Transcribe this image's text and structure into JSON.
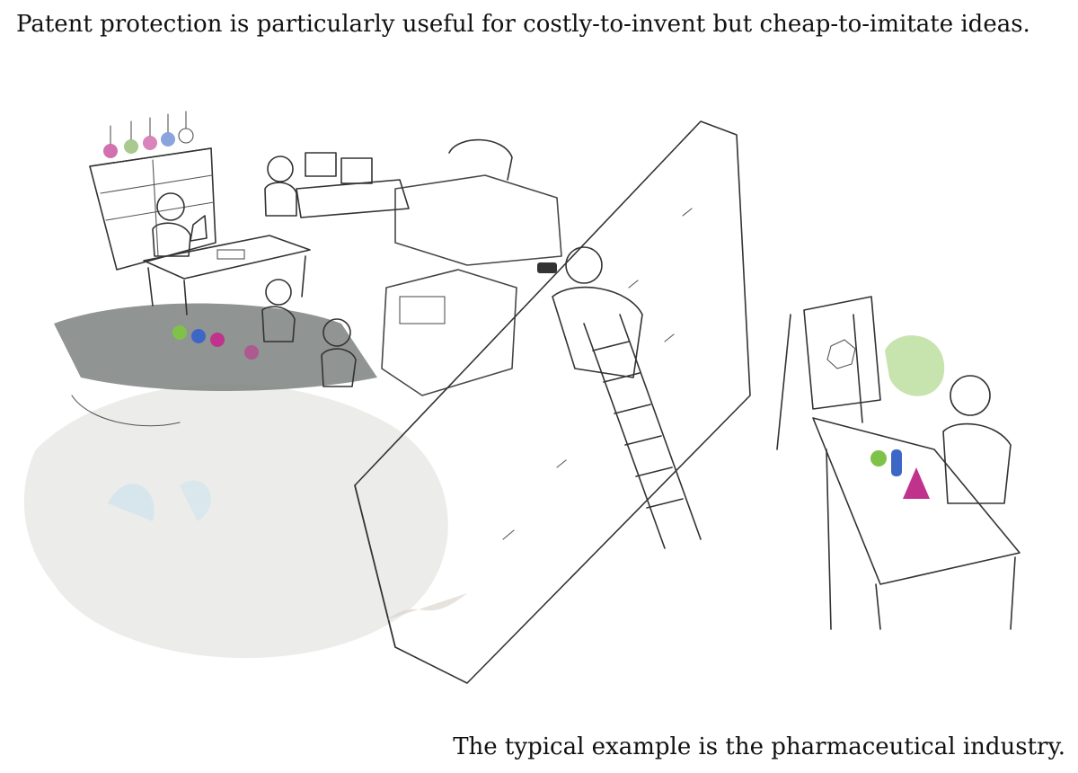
{
  "captions": {
    "top": "Patent protection is particularly useful for costly-to-invent but cheap-to-imitate ideas.",
    "bottom": "The typical example is the pharmaceutical industry."
  },
  "illustration": {
    "style": "hand-drawn pencil sketch with watercolor accents",
    "colors": {
      "floor_shadow": "#c9ccc8",
      "lab_table": "#7d817f",
      "machine": "#b9c2bc",
      "spy_jacket": "#9c7a58",
      "green_vapor": "#b9dc9a",
      "green_shirt": "#a9c98f",
      "magenta_liquid": "#c0338d",
      "blue_liquid": "#3d67c7",
      "green_liquid": "#7fc24a",
      "wash_blue": "#cfe3ee"
    },
    "icons": [
      "flask-icon",
      "microscope-icon",
      "computer-monitor-icon",
      "ladder-icon",
      "binoculars-icon",
      "molecule-diagram-icon"
    ]
  }
}
